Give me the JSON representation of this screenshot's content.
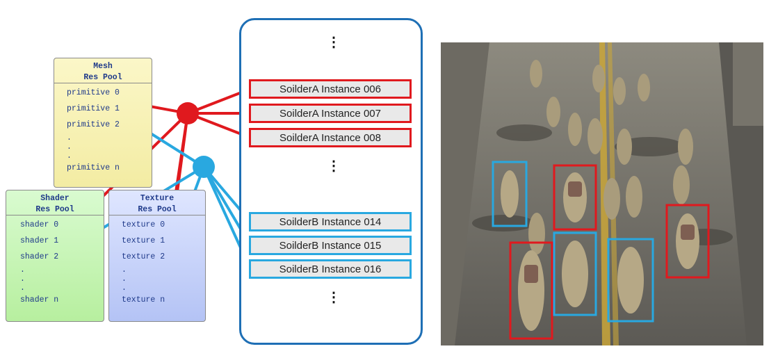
{
  "mesh_pool": {
    "title_line1": "Mesh",
    "title_line2": "Res Pool",
    "items": [
      "primitive 0",
      "primitive 1",
      "primitive 2",
      ".",
      ".",
      ".",
      "primitive n"
    ]
  },
  "shader_pool": {
    "title_line1": "Shader",
    "title_line2": "Res Pool",
    "items": [
      "shader 0",
      "shader 1",
      "shader 2",
      ".",
      ".",
      ".",
      "shader n"
    ]
  },
  "texture_pool": {
    "title_line1": "Texture",
    "title_line2": "Res Pool",
    "items": [
      "texture 0",
      "texture 1",
      "texture 2",
      ".",
      ".",
      ".",
      "texture n"
    ]
  },
  "instances": {
    "soldier_a": [
      "SoilderA Instance 006",
      "SoilderA Instance 007",
      "SoilderA Instance 008"
    ],
    "soldier_b": [
      "SoilderB Instance 014",
      "SoilderB Instance 015",
      "SoilderB Instance 016"
    ]
  },
  "ellipsis": "⋮",
  "colors": {
    "group_a": "#e0191e",
    "group_b": "#29a8e0",
    "panel_border": "#1e6fb5",
    "mesh_pool": "#f6f0b0",
    "shader_pool": "#c6f4b4",
    "texture_pool": "#c8d3f8"
  },
  "screenshot": {
    "description_icon": "soldier-crowd-image",
    "highlight_boxes": [
      {
        "group": "a"
      },
      {
        "group": "a"
      },
      {
        "group": "a"
      },
      {
        "group": "b"
      },
      {
        "group": "b"
      },
      {
        "group": "b"
      }
    ]
  }
}
